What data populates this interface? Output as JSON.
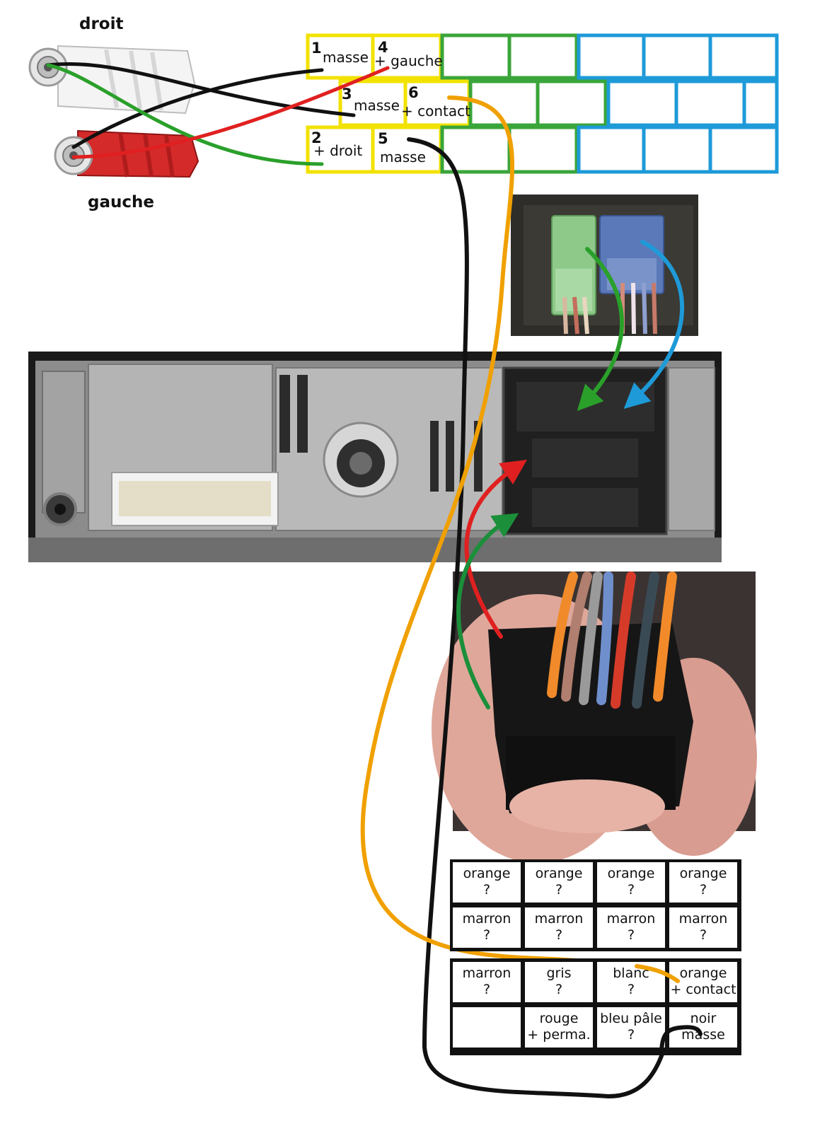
{
  "labels": {
    "droit": "droit",
    "gauche": "gauche"
  },
  "pins": [
    {
      "num": "1",
      "label": "masse"
    },
    {
      "num": "4",
      "label": "+ gauche"
    },
    {
      "num": "3",
      "label": "masse"
    },
    {
      "num": "6",
      "label": "+ contact"
    },
    {
      "num": "2",
      "label": "+ droit"
    },
    {
      "num": "5",
      "label": "masse"
    }
  ],
  "harness_table": [
    [
      {
        "color": "orange",
        "func": "?"
      },
      {
        "color": "orange",
        "func": "?"
      },
      {
        "color": "orange",
        "func": "?"
      },
      {
        "color": "orange",
        "func": "?"
      }
    ],
    [
      {
        "color": "marron",
        "func": "?"
      },
      {
        "color": "marron",
        "func": "?"
      },
      {
        "color": "marron",
        "func": "?"
      },
      {
        "color": "marron",
        "func": "?"
      }
    ],
    [
      {
        "color": "marron",
        "func": "?"
      },
      {
        "color": "gris",
        "func": "?"
      },
      {
        "color": "blanc",
        "func": "?"
      },
      {
        "color": "orange",
        "func": "+ contact"
      }
    ],
    [
      {
        "color": "",
        "func": ""
      },
      {
        "color": "rouge",
        "func": "+ perma."
      },
      {
        "color": "bleu pâle",
        "func": "?"
      },
      {
        "color": "noir",
        "func": "masse"
      }
    ]
  ],
  "colors": {
    "yellow_block": "#f2e200",
    "green_block": "#3aa53a",
    "blue_block": "#1e9ad8",
    "wire_black": "#111111",
    "wire_red": "#e02020",
    "wire_green": "#2aa02a",
    "wire_orange": "#f0a000"
  }
}
